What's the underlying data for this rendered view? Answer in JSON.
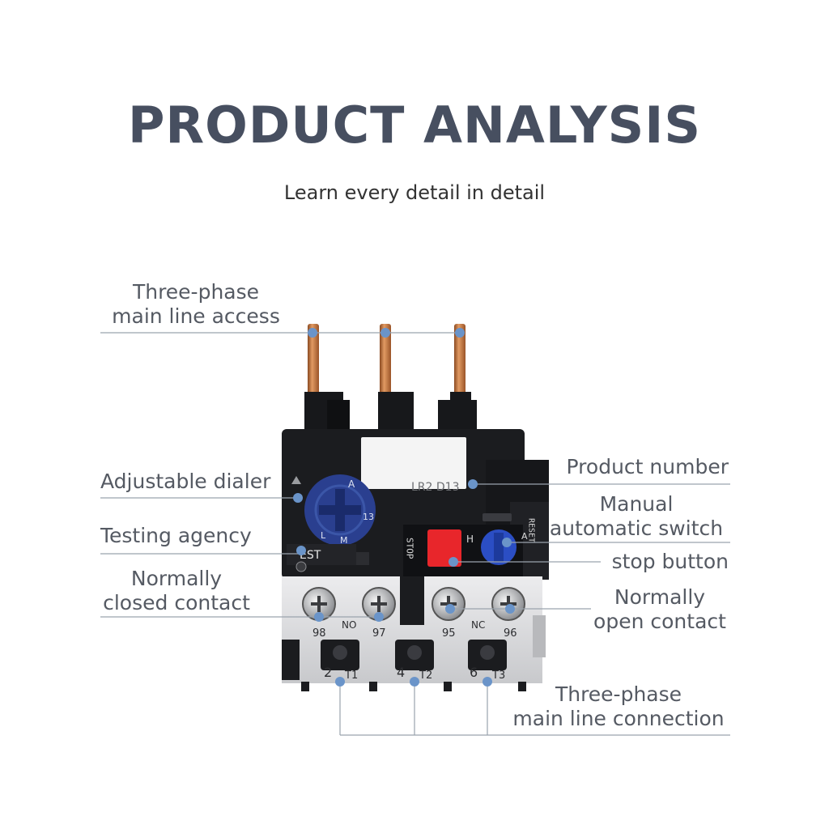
{
  "header": {
    "title": "PRODUCT ANALYSIS",
    "subtitle": "Learn every detail in detail"
  },
  "labels": {
    "three_phase_access_1": "Three-phase",
    "three_phase_access_2": "main line access",
    "adjustable_dialer": "Adjustable dialer",
    "testing_agency": "Testing agency",
    "normally_closed_1": "Normally",
    "normally_closed_2": "closed contact",
    "product_number": "Product number",
    "manual_switch_1": "Manual",
    "manual_switch_2": "automatic switch",
    "stop_button": "stop button",
    "normally_open_1": "Normally",
    "normally_open_2": "open contact",
    "three_phase_conn_1": "Three-phase",
    "three_phase_conn_2": "main line connection"
  },
  "device": {
    "model_text": "LR2 D13",
    "test_text": "EST",
    "stop_text": "STOP",
    "h_text": "H",
    "a_text": "A",
    "reset_text": "RESET",
    "dial_a": "A",
    "dial_num": "13",
    "dial_l": "L",
    "dial_m": "M",
    "terminal_98": "98",
    "terminal_no": "NO",
    "terminal_97": "97",
    "terminal_95": "95",
    "terminal_nc": "NC",
    "terminal_96": "96",
    "out_2": "2",
    "out_t1": "T1",
    "out_4": "4",
    "out_t2": "T2",
    "out_6": "6",
    "out_t3": "T3"
  },
  "colors": {
    "title": "#474f60",
    "label": "#555a63",
    "leader_line": "#9aa3ad",
    "marker_dot": "#6a94c9",
    "device_black": "#1b1c1f",
    "device_grey": "#d9dadc",
    "dial_blue": "#2a3f8f",
    "stop_red": "#e8262b",
    "copper": "#c9753e"
  }
}
